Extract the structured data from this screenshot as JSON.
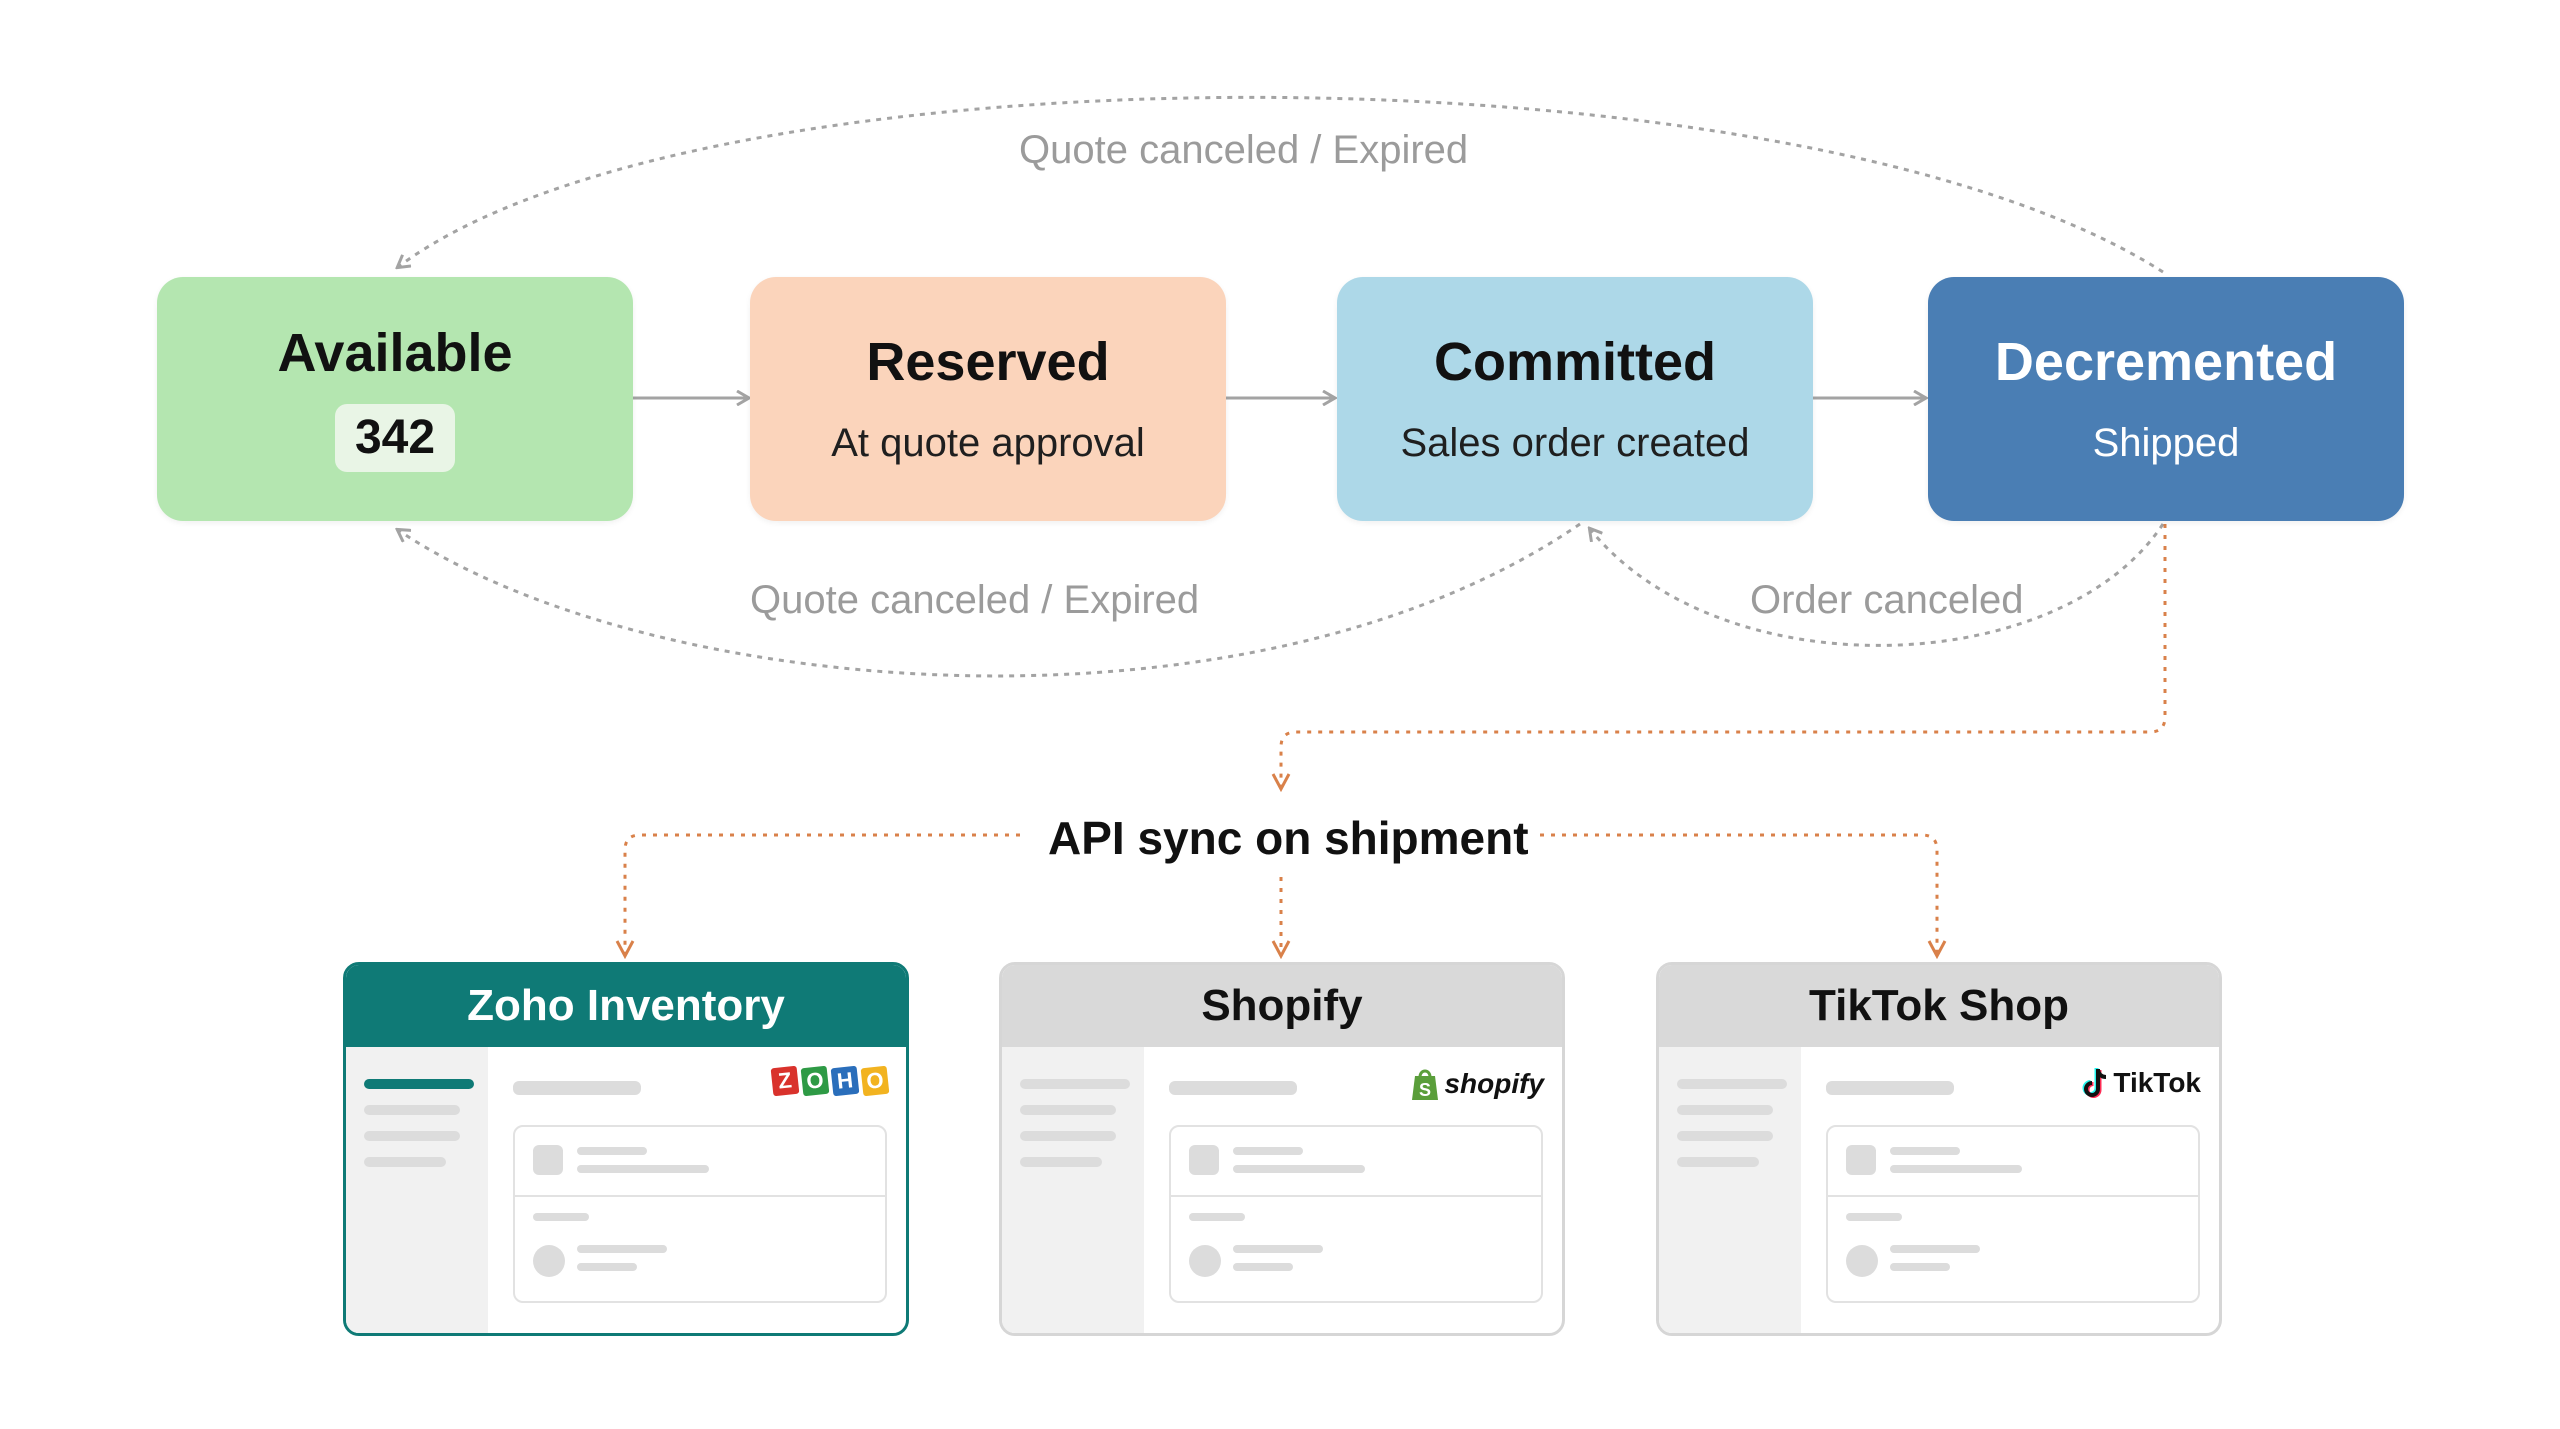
{
  "states": {
    "available": {
      "title": "Available",
      "count": "342"
    },
    "reserved": {
      "title": "Reserved",
      "subtitle": "At quote approval"
    },
    "committed": {
      "title": "Committed",
      "subtitle": "Sales order created"
    },
    "decremented": {
      "title": "Decremented",
      "subtitle": "Shipped"
    }
  },
  "transitions": {
    "top_label": "Quote canceled / Expired",
    "bottom_left_label": "Quote canceled / Expired",
    "bottom_right_label": "Order canceled"
  },
  "sync": {
    "label": "API sync on shipment"
  },
  "platforms": [
    {
      "name": "Zoho Inventory",
      "logo_text": [
        "Z",
        "O",
        "H",
        "O"
      ],
      "logo_icon": "zoho-logo"
    },
    {
      "name": "Shopify",
      "logo_text": "shopify",
      "logo_icon": "shopify-bag-icon"
    },
    {
      "name": "TikTok Shop",
      "logo_text": "TikTok",
      "logo_icon": "tiktok-note-icon"
    }
  ],
  "colors": {
    "available": "#b4e6b0",
    "reserved": "#fbd4bb",
    "committed": "#add8e8",
    "decremented": "#4a7eb4",
    "zoho_teal": "#0f7a76",
    "sync_orange": "#d9814a",
    "connector_gray": "#a3a3a3",
    "zoho_logo": [
      "#d9322c",
      "#2e9a45",
      "#2a6ebb",
      "#f2b320"
    ]
  }
}
